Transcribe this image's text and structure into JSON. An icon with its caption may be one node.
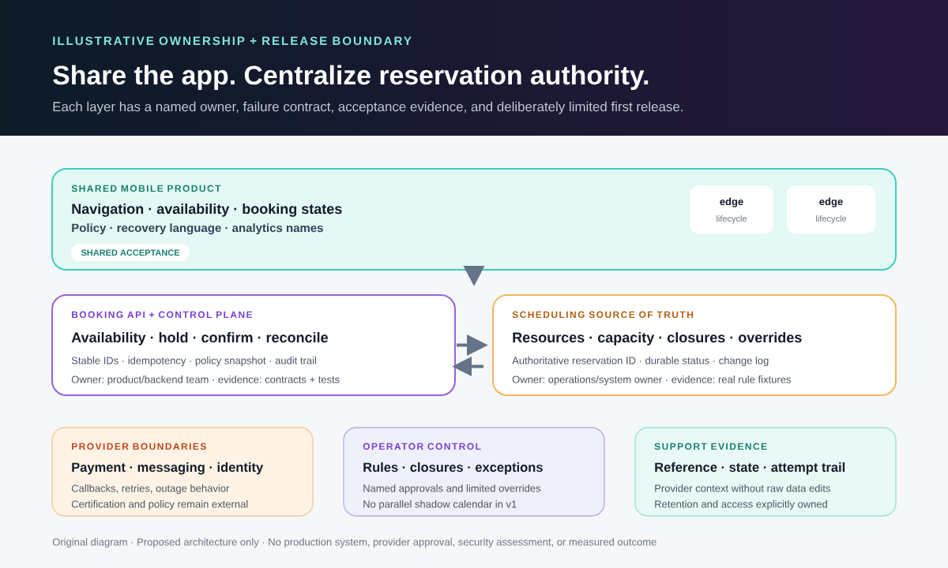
{
  "diagram": {
    "title": "Share the app. Centralize reservation authority.",
    "nodes": [
      {
        "text": [
          "SHARED MOBILE PRODUCT",
          "Navigation · availability · booking states",
          "Policy · recovery language · analytics names"
        ]
      },
      {
        "text": [
          "edge",
          "lifecycle"
        ],
        "in": 0
      },
      {
        "text": [
          "edge",
          "lifecycle"
        ],
        "in": 0
      },
      {
        "text": [
          "SHARED ACCEPTANCE"
        ],
        "in": 0
      },
      {
        "text": [
          "BOOKING API + CONTROL PLANE",
          "Availability · hold · confirm · reconcile",
          "Stable IDs · idempotency · policy snapshot · audit trail",
          "Owner: product/backend team · evidence: contracts + tests"
        ]
      },
      {
        "text": [
          "SCHEDULING SOURCE OF TRUTH",
          "Resources · capacity · closures · overrides",
          "Authoritative reservation ID · durable status · change log",
          "Owner: operations/system owner · evidence: real rule fixtures"
        ]
      },
      {
        "text": [
          "PROVIDER BOUNDARIES",
          "Payment · messaging · identity",
          "Callbacks, retries, outage behavior",
          "Certification and policy remain external"
        ]
      },
      {
        "text": [
          "OPERATOR CONTROL",
          "Rules · closures · exceptions",
          "Named approvals and limited overrides",
          "No parallel shadow calendar in v1"
        ]
      },
      {
        "text": [
          "SUPPORT EVIDENCE",
          "Reference · state · attempt trail",
          "Provider context without raw data edits",
          "Retention and access explicitly owned"
        ]
      }
    ],
    "edges": [
      {
        "from": 0,
        "to": null,
        "arrow": "to"
      },
      {
        "from": 4,
        "to": 5,
        "arrow": "to"
      },
      {
        "from": 5,
        "to": 4,
        "arrow": "to"
      }
    ],
    "labels": [
      "ILLUSTRATIVE OWNERSHIP + RELEASE BOUNDARY",
      "Each layer has a named owner, failure contract, acceptance evidence, and deliberately limited first release.",
      "Original diagram · Proposed architecture only · No production system, provider approval, security assessment, or measured outcome"
    ]
  }
}
